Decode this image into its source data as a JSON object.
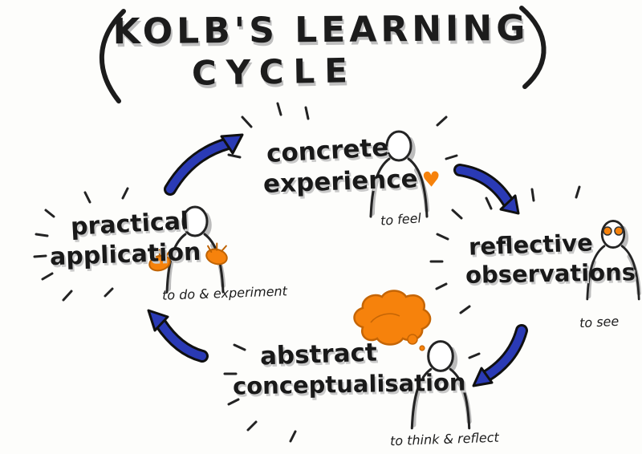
{
  "title": {
    "line1": "KOLB'S LEARNING",
    "line2": "CYCLE"
  },
  "stages": {
    "concrete": {
      "line1": "concrete",
      "line2": "experience",
      "caption": "to feel"
    },
    "reflective": {
      "line1": "reflective",
      "line2": "observations",
      "caption": "to see"
    },
    "abstract": {
      "line1": "abstract",
      "line2": "conceptualisation",
      "caption": "to think & reflect"
    },
    "practical": {
      "line1": "practical",
      "line2": "application",
      "caption": "to do & experiment"
    }
  },
  "cycle_order": [
    "concrete experience",
    "reflective observations",
    "abstract conceptualisation",
    "practical application"
  ],
  "icons": {
    "heart": "♥"
  },
  "colors": {
    "ink": "#1c1c1c",
    "arrow_blue": "#2a3ab5",
    "accent_orange": "#f6820c",
    "shadow_gray": "#b0b0b0",
    "paper": "#fdfdfb"
  }
}
